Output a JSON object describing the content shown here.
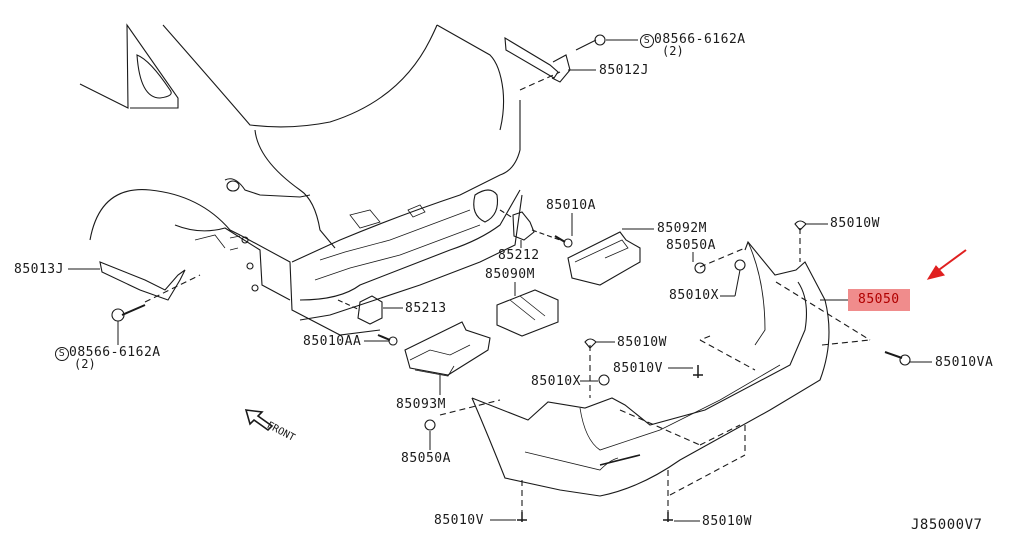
{
  "diagram_code": "J85000V7",
  "highlight_color": "#f08c8c",
  "arrow_color": "#e02020",
  "front_label": "FRONT",
  "parts": {
    "screw_top": {
      "number": "08566-6162A",
      "qty": "(2)"
    },
    "p85012J": "85012J",
    "p85013J": "85013J",
    "screw_left": {
      "number": "08566-6162A",
      "qty": "(2)"
    },
    "p85010A": "85010A",
    "p85092M": "85092M",
    "p85212": "85212",
    "p85090M": "85090M",
    "p85010W_a": "85010W",
    "p85050A_a": "85050A",
    "p85010X_a": "85010X",
    "p85050_highlight": "85050",
    "p85213": "85213",
    "p85010AA": "85010AA",
    "p85010W_b": "85010W",
    "p85010V_a": "85010V",
    "p85010X_b": "85010X",
    "p85010VA": "85010VA",
    "p85093M": "85093M",
    "p85050A_b": "85050A",
    "p85010V_b": "85010V",
    "p85010W_c": "85010W"
  }
}
